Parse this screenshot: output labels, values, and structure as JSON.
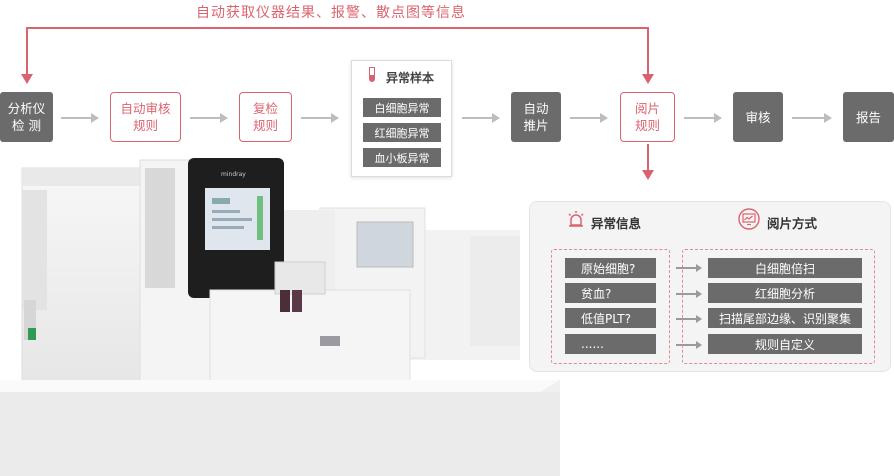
{
  "top_annotation": "自动获取仪器结果、报警、散点图等信息",
  "flow": {
    "analyzer": [
      "分析仪",
      "检  测"
    ],
    "auto_review": [
      "自动审核",
      "规则"
    ],
    "retest": [
      "复检",
      "规则"
    ],
    "auto_smear": [
      "自动",
      "推片"
    ],
    "slide_review": [
      "阅片",
      "规则"
    ],
    "audit": "审核",
    "report": "报告"
  },
  "abnormal_samples": {
    "title": "异常样本",
    "items": [
      "白细胞异常",
      "红细胞异常",
      "血小板异常"
    ]
  },
  "panel": {
    "left_header": "异常信息",
    "right_header": "阅片方式",
    "left_items": [
      "原始细胞?",
      "贫血?",
      "低值PLT?",
      "......"
    ],
    "right_items": [
      "白细胞倍扫",
      "红细胞分析",
      "扫描尾部边缘、识别聚集",
      "规则自定义"
    ]
  },
  "brand_on_device": "mindray",
  "colors": {
    "accent": "#d9646f",
    "box": "#6b6b6b",
    "arrow": "#bdbdbd",
    "panel": "#f4f4f4"
  },
  "icons": [
    "test-tube-icon",
    "alarm-icon",
    "monitor-chart-icon"
  ]
}
